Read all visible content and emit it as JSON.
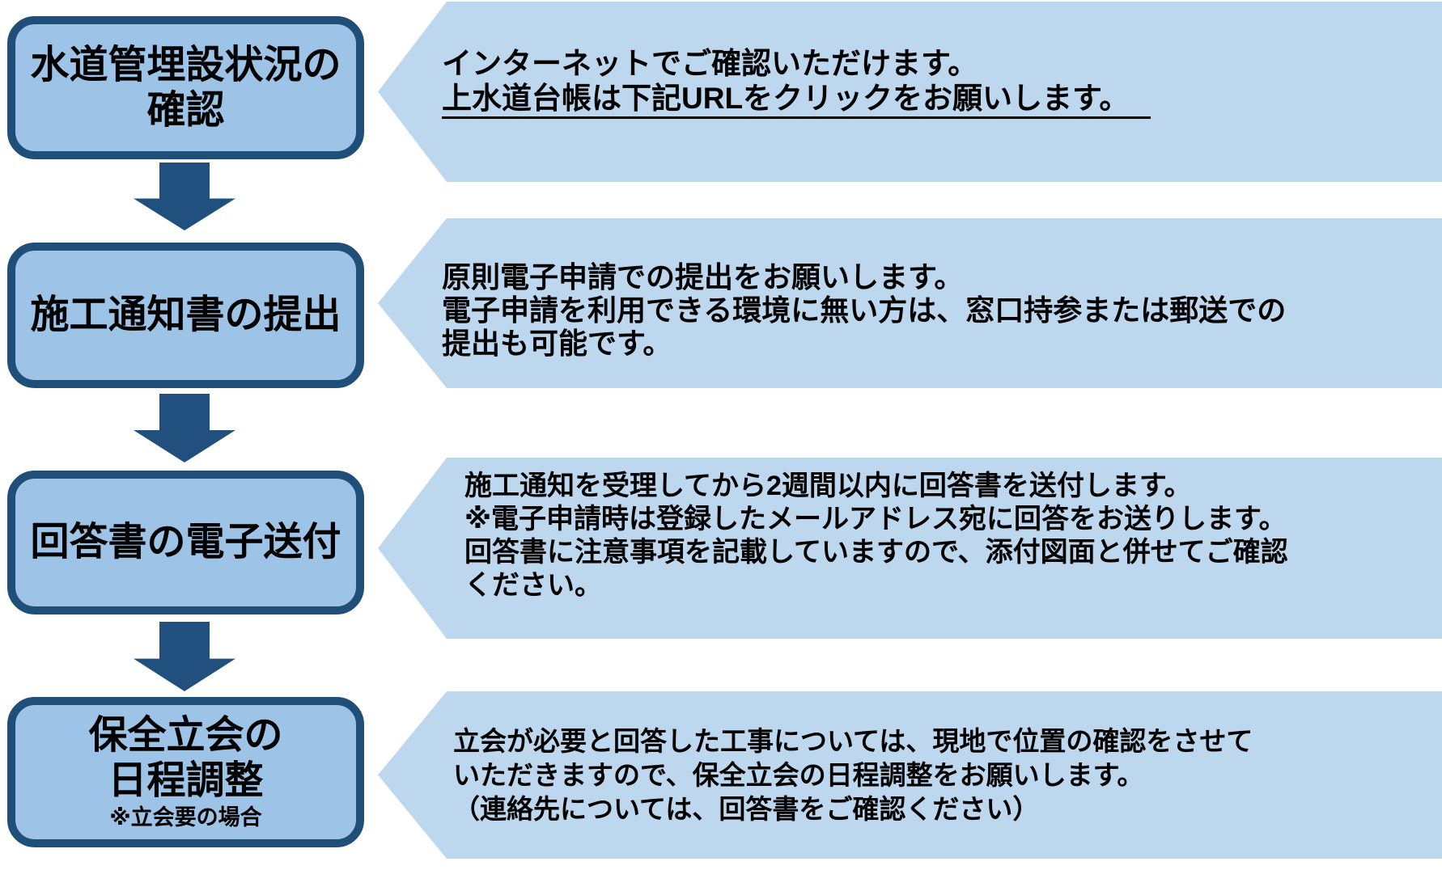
{
  "colors": {
    "box_fill": "#9DC3E6",
    "box_border": "#1F4E79",
    "callout_fill": "#BDD7EE",
    "arrow_fill": "#22507E",
    "text_color": "#000000"
  },
  "steps": [
    {
      "box_lines": [
        "水道管埋設状況の",
        "確認"
      ],
      "callout_lines": [
        "インターネットでご確認いただけます。",
        "上水道台帳は下記URLをクリックをお願いします。"
      ]
    },
    {
      "box_lines": [
        "施工通知書の提出"
      ],
      "callout_lines": [
        "原則電子申請での提出をお願いします。",
        "電子申請を利用できる環境に無い方は、窓口持参または郵送での",
        "提出も可能です。"
      ]
    },
    {
      "box_lines": [
        "回答書の電子送付"
      ],
      "callout_lines": [
        "施工通知を受理してから2週間以内に回答書を送付します。",
        "※電子申請時は登録したメールアドレス宛に回答をお送りします。",
        "回答書に注意事項を記載していますので、添付図面と併せてご確認",
        "ください。"
      ]
    },
    {
      "box_lines": [
        "保全立会の",
        "日程調整"
      ],
      "box_note": "※立会要の場合",
      "callout_lines": [
        "立会が必要と回答した工事については、現地で位置の確認をさせて",
        "いただきますので、保全立会の日程調整をお願いします。",
        "（連絡先については、回答書をご確認ください）"
      ]
    }
  ]
}
